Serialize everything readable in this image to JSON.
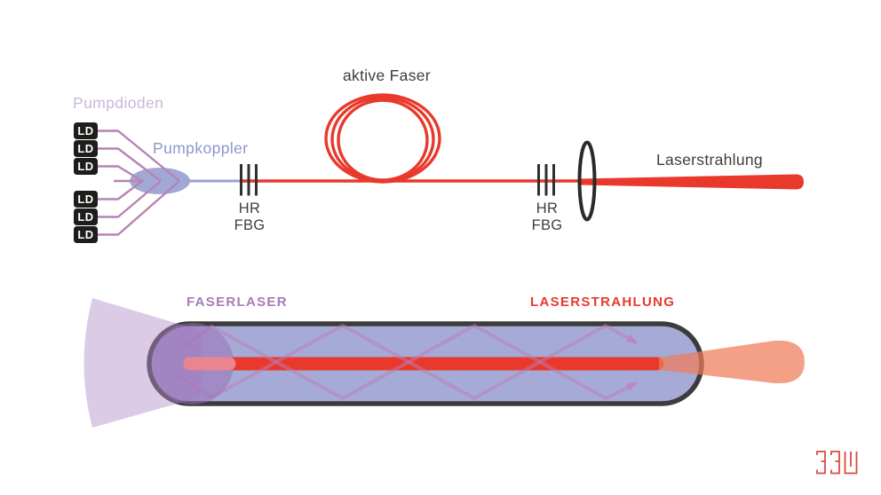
{
  "top_diagram": {
    "pumpdioden_label": "Pumpdioden",
    "ld_label": "LD",
    "pumpkoppler_label": "Pumpkoppler",
    "aktive_faser_label": "aktive Faser",
    "laserstrahlung_label": "Laserstrahlung",
    "fbg_left": {
      "line1": "HR",
      "line2": "FBG"
    },
    "fbg_right": {
      "line1": "HR",
      "line2": "FBG"
    }
  },
  "bottom_diagram": {
    "faserlaser_label": "FASERLASER",
    "laserstrahlung_label": "LASERSTRAHLUNG"
  },
  "logo_text": "BBW",
  "colors": {
    "laser_red": "#e8392c",
    "fiber_blue_purple": "#9ba1d2",
    "coupler_fill": "#a2a8d5",
    "pump_line_mauve": "#b584b3",
    "pumpdioden_text": "#cbb7d9",
    "pumpkoppler_text": "#8e96cb",
    "faserlaser_text": "#a77bb5",
    "dark_gray": "#3d3d3c",
    "capsule_fill": "#a5abd6",
    "pump_fan_purple": "#b28cc9",
    "output_beam_salmon": "#ef7c59",
    "logo_red": "#d94c3f"
  }
}
